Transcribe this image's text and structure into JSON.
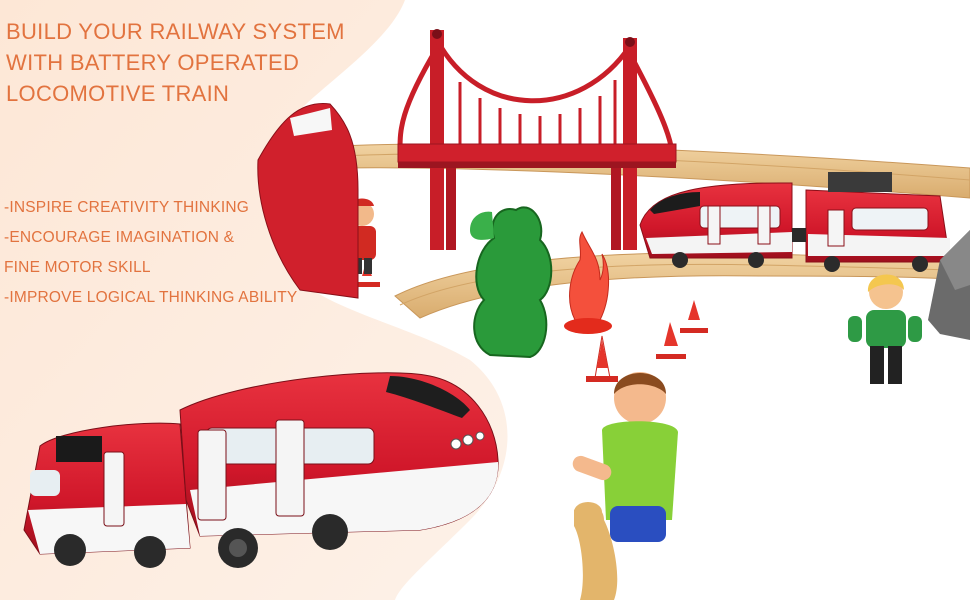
{
  "headline": {
    "lines": [
      "BUILD YOUR RAILWAY SYSTEM",
      "WITH BATTERY OPERATED",
      "LOCOMOTIVE TRAIN"
    ]
  },
  "features": {
    "lines": [
      "-INSPIRE CREATIVITY THINKING",
      "-ENCOURAGE IMAGINATION &",
      "FINE MOTOR SKILL",
      "-IMPROVE LOGICAL THINKING ABILITY"
    ]
  },
  "colors": {
    "text_accent": "#e2733f",
    "panel_peach": "#fde9dc",
    "train_red": "#d7192b",
    "bridge_red": "#c81e28",
    "track_wood": "#e8c48e",
    "tree_green": "#2a9a3a",
    "shirt_green": "#88d038"
  },
  "scene": {
    "objects": [
      "suspension-bridge",
      "train-locomotive",
      "wooden-track",
      "tree",
      "flame-piece",
      "traffic-cone",
      "play-figure",
      "rock"
    ]
  }
}
